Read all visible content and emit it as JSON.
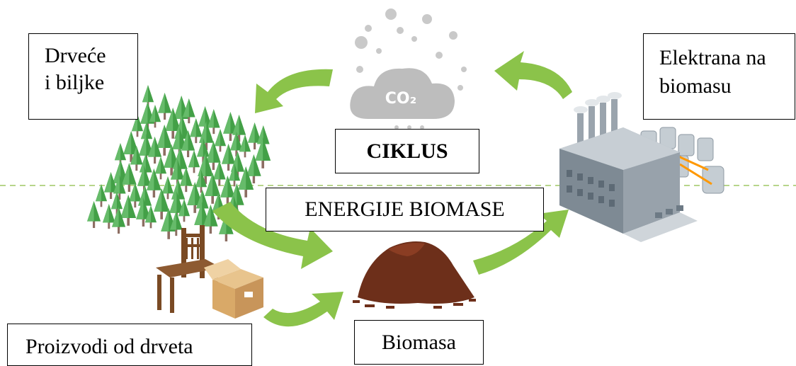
{
  "labels": {
    "trees": [
      "Drveće",
      "i biljke"
    ],
    "power_plant": [
      "Elektrana na",
      "biomasu"
    ],
    "cycle": "CIKLUS",
    "energy": "ENERGIJE BIOMASE",
    "biomass": "Biomasa",
    "products": "Proizvodi od drveta"
  },
  "icons": {
    "cloud_text": "CO₂"
  },
  "colors": {
    "arrow_green": "#8bc34a",
    "tree_green": "#4caf50",
    "tree_dark": "#2e7d32",
    "cloud_grey": "#c7c7c7",
    "soil_brown": "#6d2f1a",
    "factory_grey": "#9ea7b0",
    "box_orange": "#e0b57a"
  }
}
